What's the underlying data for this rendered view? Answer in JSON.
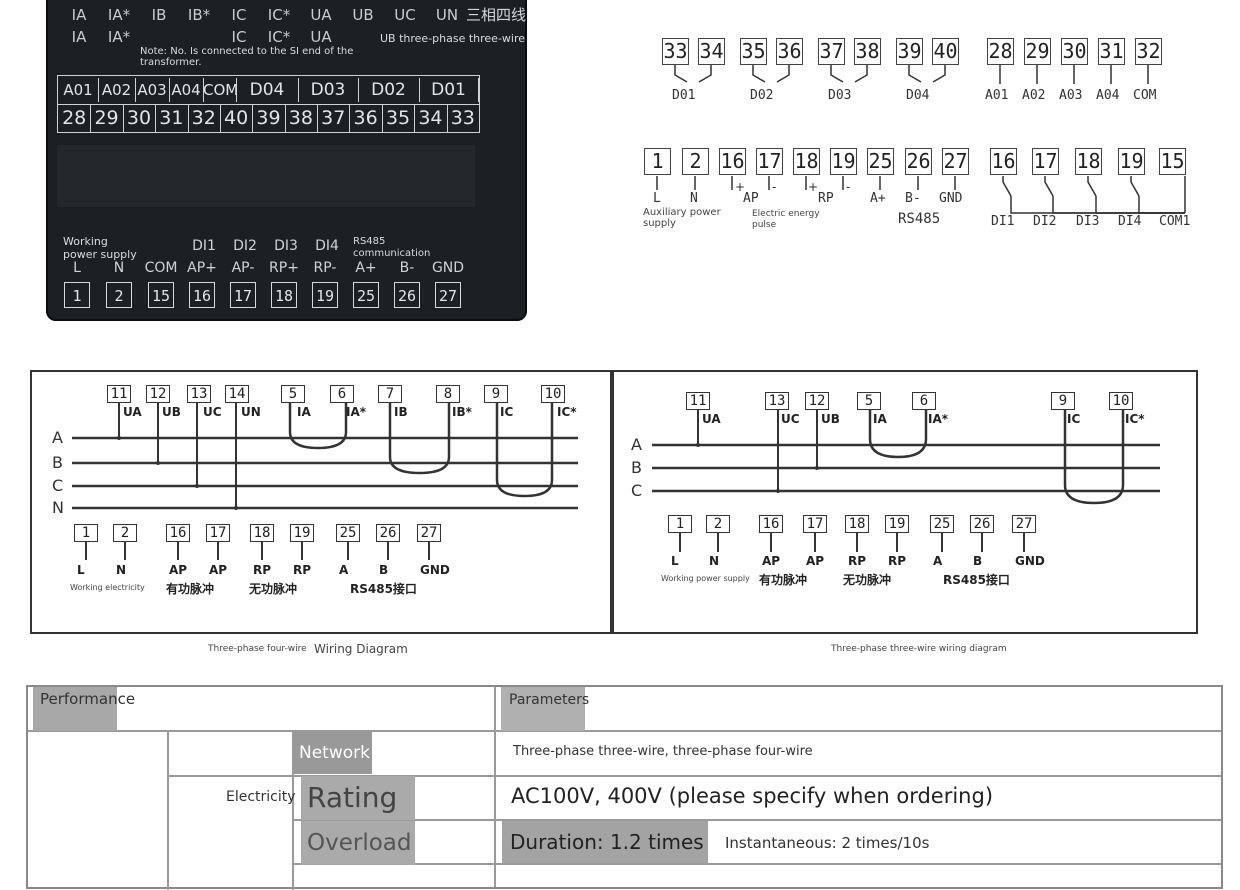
{
  "panel": {
    "top_labels": [
      {
        "top": "IA",
        "bottom": "IA"
      },
      {
        "top": "IA*",
        "bottom": "IA*"
      },
      {
        "top": "IB",
        "bottom": ""
      },
      {
        "top": "IB*",
        "bottom": ""
      },
      {
        "top": "IC",
        "bottom": "IC"
      },
      {
        "top": "IC*",
        "bottom": "IC*"
      },
      {
        "top": "UA",
        "bottom": "UA"
      },
      {
        "top": "UB",
        "bottom": ""
      },
      {
        "top": "UC",
        "bottom": ""
      },
      {
        "top": "UN",
        "bottom": ""
      }
    ],
    "three_phase_four_wire": "三相四线",
    "ub_note": "UB three-phase three-wire",
    "transformer_note": "Note: No. Is connected to the SI end of the transformer.",
    "strip_labels": [
      "A01",
      "A02",
      "A03",
      "A04",
      "COM",
      "D04",
      "D03",
      "D02",
      "D01"
    ],
    "strip_numbers": [
      "28",
      "29",
      "30",
      "31",
      "32",
      "40",
      "39",
      "38",
      "37",
      "36",
      "35",
      "34",
      "33"
    ],
    "working_supply": "Working power supply",
    "rs485_comm": "RS485 communication",
    "di_labels": [
      "DI1",
      "DI2",
      "DI3",
      "DI4"
    ],
    "bottom_labels": [
      "L",
      "N",
      "COM",
      "AP+",
      "AP-",
      "RP+",
      "RP-",
      "A+",
      "B-",
      "GND"
    ],
    "bottom_numbers": [
      "1",
      "2",
      "15",
      "16",
      "17",
      "18",
      "19",
      "25",
      "26",
      "27"
    ]
  },
  "terminals_top": {
    "do_groups": [
      {
        "a": "33",
        "b": "34",
        "label": "D01"
      },
      {
        "a": "35",
        "b": "36",
        "label": "D02"
      },
      {
        "a": "37",
        "b": "38",
        "label": "D03"
      },
      {
        "a": "39",
        "b": "40",
        "label": "D04"
      }
    ],
    "ao": [
      {
        "num": "28",
        "label": "A01"
      },
      {
        "num": "29",
        "label": "A02"
      },
      {
        "num": "30",
        "label": "A03"
      },
      {
        "num": "31",
        "label": "A04"
      },
      {
        "num": "32",
        "label": "COM"
      }
    ]
  },
  "terminals_mid": {
    "nums": [
      "1",
      "2",
      "16",
      "17",
      "18",
      "19",
      "25",
      "26",
      "27"
    ],
    "labels": [
      "L",
      "N",
      "AP",
      "RP",
      "A+",
      "B-",
      "GND"
    ],
    "signs": [
      "+",
      "-",
      "+",
      "-"
    ],
    "aux_supply": "Auxiliary power supply",
    "energy_pulse": "Electric energy pulse",
    "rs485": "RS485",
    "di_nums": [
      "16",
      "17",
      "18",
      "19",
      "15"
    ],
    "di_labels": [
      "DI1",
      "DI2",
      "DI3",
      "DI4",
      "COM1"
    ]
  },
  "wiring_left": {
    "top_nums": [
      "11",
      "12",
      "13",
      "14",
      "5",
      "6",
      "7",
      "8",
      "9",
      "10"
    ],
    "top_labels": [
      "UA",
      "UB",
      "UC",
      "UN",
      "IA",
      "IA*",
      "IB",
      "IB*",
      "IC",
      "IC*"
    ],
    "phases": [
      "A",
      "B",
      "C",
      "N"
    ],
    "bottom_nums": [
      "1",
      "2",
      "16",
      "17",
      "18",
      "19",
      "25",
      "26",
      "27"
    ],
    "bottom_labels": [
      "L",
      "N",
      "AP",
      "AP",
      "RP",
      "RP",
      "A",
      "B",
      "GND"
    ],
    "working_electricity": "Working electricity",
    "active_pulse": "有功脉冲",
    "reactive_pulse": "无功脉冲",
    "rs485_port": "RS485接口"
  },
  "wiring_right": {
    "top_nums": [
      "11",
      "13",
      "12",
      "5",
      "6",
      "9",
      "10"
    ],
    "top_labels": [
      "UA",
      "UC",
      "UB",
      "IA",
      "IA*",
      "IC",
      "IC*"
    ],
    "phases": [
      "A",
      "B",
      "C"
    ],
    "bottom_nums": [
      "1",
      "2",
      "16",
      "17",
      "18",
      "19",
      "25",
      "26",
      "27"
    ],
    "bottom_labels": [
      "L",
      "N",
      "AP",
      "AP",
      "RP",
      "RP",
      "A",
      "B",
      "GND"
    ],
    "working_supply": "Working power supply",
    "active_pulse": "有功脉冲",
    "reactive_pulse": "无功脉冲",
    "rs485_port": "RS485接口"
  },
  "captions": {
    "left_small": "Three-phase four-wire",
    "left_big": "Wiring Diagram",
    "right": "Three-phase three-wire wiring diagram"
  },
  "table": {
    "performance": "Performance",
    "parameters": "Parameters",
    "network": "Network",
    "network_value": "Three-phase three-wire, three-phase four-wire",
    "electricity": "Electricity",
    "rating": "Rating",
    "rating_value": "AC100V, 400V (please specify when ordering)",
    "overload": "Overload",
    "duration": "Duration: 1.2 times",
    "instantaneous": "Instantaneous: 2 times/10s"
  }
}
